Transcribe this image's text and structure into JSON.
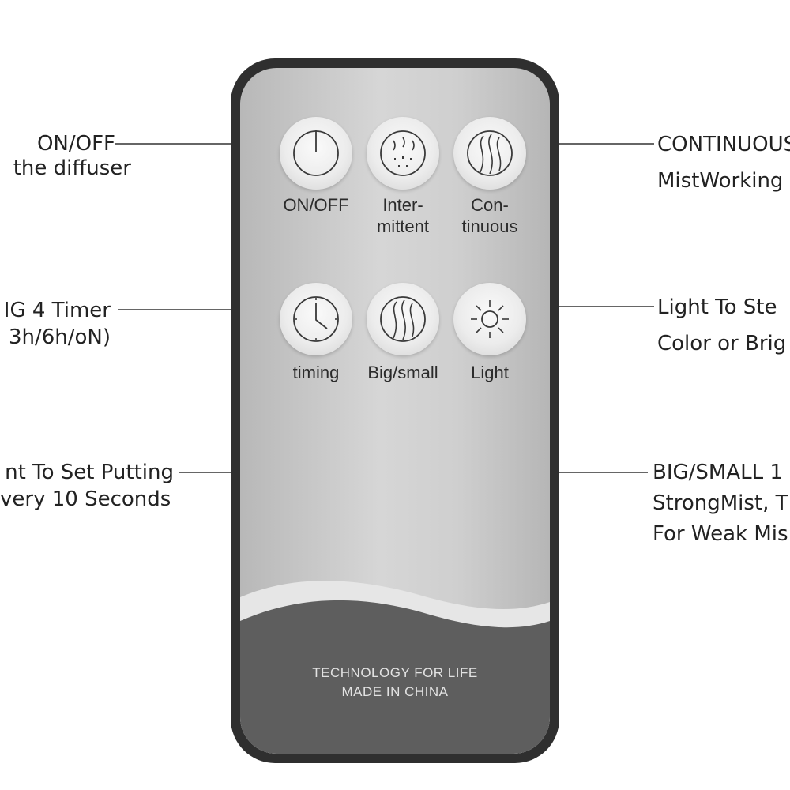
{
  "callouts": {
    "on_off": {
      "line1": "ON/OFF",
      "line2": "the diffuser"
    },
    "timer": {
      "line1": "IG 4 Timer",
      "line2": "3h/6h/oN)"
    },
    "intermittent": {
      "line1": "nt To Set Putting",
      "line2": "very 10 Seconds"
    },
    "continuous": {
      "line1": "CONTINUOUS",
      "line2": "MistWorking"
    },
    "light": {
      "line1": "Light To Ste",
      "line2": "Color or Brig"
    },
    "big_small": {
      "line1": "BIG/SMALL 1",
      "line2": "StrongMist, T",
      "line3": "For Weak Mis"
    }
  },
  "remote": {
    "buttons": [
      {
        "id": "on_off",
        "label_line1": "ON/OFF",
        "label_line2": "",
        "icon": "power-icon"
      },
      {
        "id": "intermittent",
        "label_line1": "Inter-",
        "label_line2": "mittent",
        "icon": "intermittent-mist-icon"
      },
      {
        "id": "continuous",
        "label_line1": "Con-",
        "label_line2": "tinuous",
        "icon": "continuous-mist-icon"
      },
      {
        "id": "timing",
        "label_line1": "timing",
        "label_line2": "",
        "icon": "clock-icon"
      },
      {
        "id": "big_small",
        "label_line1": "Big/small",
        "label_line2": "",
        "icon": "mist-level-icon"
      },
      {
        "id": "light",
        "label_line1": "Light",
        "label_line2": "",
        "icon": "sun-icon"
      }
    ],
    "brand_line1": "TECHNOLOGY FOR LIFE",
    "brand_line2": "MADE IN CHINA"
  },
  "colors": {
    "remote_body": "#2f2f2f",
    "remote_face": "#cfcfcf",
    "button": "#ececec",
    "callout_text": "#222222",
    "callout_line": "#333333"
  }
}
